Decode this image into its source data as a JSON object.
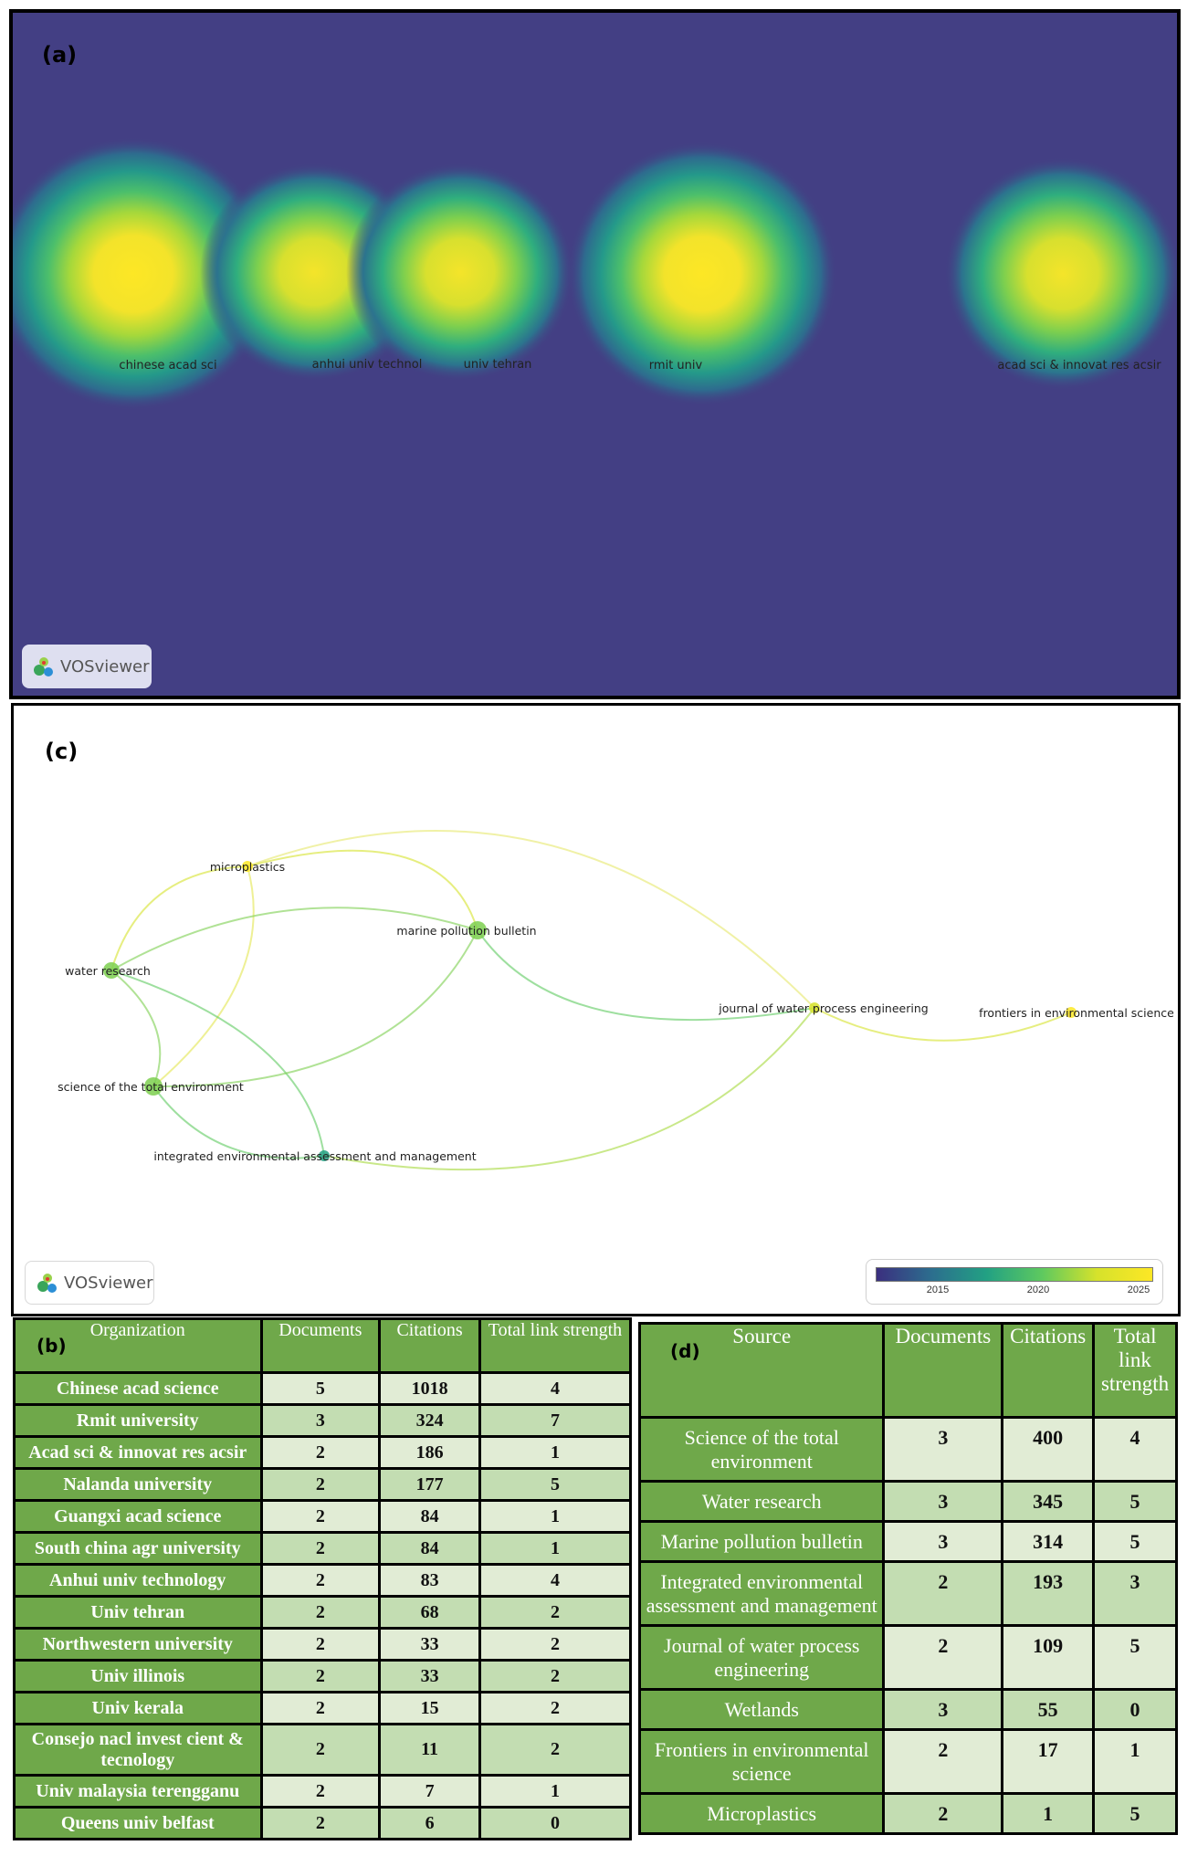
{
  "panel_a": {
    "label": "(a)",
    "nodes": [
      {
        "name": "chinese acad sci"
      },
      {
        "name": "anhui univ technol"
      },
      {
        "name": "univ tehran"
      },
      {
        "name": "rmit univ"
      },
      {
        "name": "acad sci & innovat res acsir"
      }
    ],
    "badge_text": "VOSviewer"
  },
  "panel_c": {
    "label": "(c)",
    "nodes": [
      {
        "name": "microplastics"
      },
      {
        "name": "water research"
      },
      {
        "name": "marine pollution bulletin"
      },
      {
        "name": "science of the total environment"
      },
      {
        "name": "integrated environmental assessment and management"
      },
      {
        "name": "journal of water process engineering"
      },
      {
        "name": "frontiers in environmental science"
      }
    ],
    "badge_text": "VOSviewer",
    "colorbar_ticks": [
      "2015",
      "2020",
      "2025"
    ]
  },
  "table_b": {
    "label": "(b)",
    "headers": [
      "Organization",
      "Documents",
      "Citations",
      "Total link strength"
    ],
    "rows": [
      [
        "Chinese acad science",
        "5",
        "1018",
        "4"
      ],
      [
        "Rmit university",
        "3",
        "324",
        "7"
      ],
      [
        "Acad sci & innovat res acsir",
        "2",
        "186",
        "1"
      ],
      [
        "Nalanda university",
        "2",
        "177",
        "5"
      ],
      [
        "Guangxi acad science",
        "2",
        "84",
        "1"
      ],
      [
        "South china agr university",
        "2",
        "84",
        "1"
      ],
      [
        "Anhui univ technology",
        "2",
        "83",
        "4"
      ],
      [
        "Univ tehran",
        "2",
        "68",
        "2"
      ],
      [
        "Northwestern university",
        "2",
        "33",
        "2"
      ],
      [
        "Univ illinois",
        "2",
        "33",
        "2"
      ],
      [
        "Univ kerala",
        "2",
        "15",
        "2"
      ],
      [
        "Consejo nacl invest cient & tecnology",
        "2",
        "11",
        "2"
      ],
      [
        "Univ malaysia terengganu",
        "2",
        "7",
        "1"
      ],
      [
        "Queens univ belfast",
        "2",
        "6",
        "0"
      ]
    ]
  },
  "table_d": {
    "label": "(d)",
    "headers": [
      "Source",
      "Documents",
      "Citations",
      "Total link strength"
    ],
    "rows": [
      [
        "Science of the total environment",
        "3",
        "400",
        "4"
      ],
      [
        "Water research",
        "3",
        "345",
        "5"
      ],
      [
        "Marine pollution bulletin",
        "3",
        "314",
        "5"
      ],
      [
        "Integrated environmental assessment and management",
        "2",
        "193",
        "3"
      ],
      [
        "Journal of water process engineering",
        "2",
        "109",
        "5"
      ],
      [
        "Wetlands",
        "3",
        "55",
        "0"
      ],
      [
        "Frontiers in environmental science",
        "2",
        "17",
        "1"
      ],
      [
        "Microplastics",
        "2",
        "1",
        "5"
      ]
    ]
  }
}
